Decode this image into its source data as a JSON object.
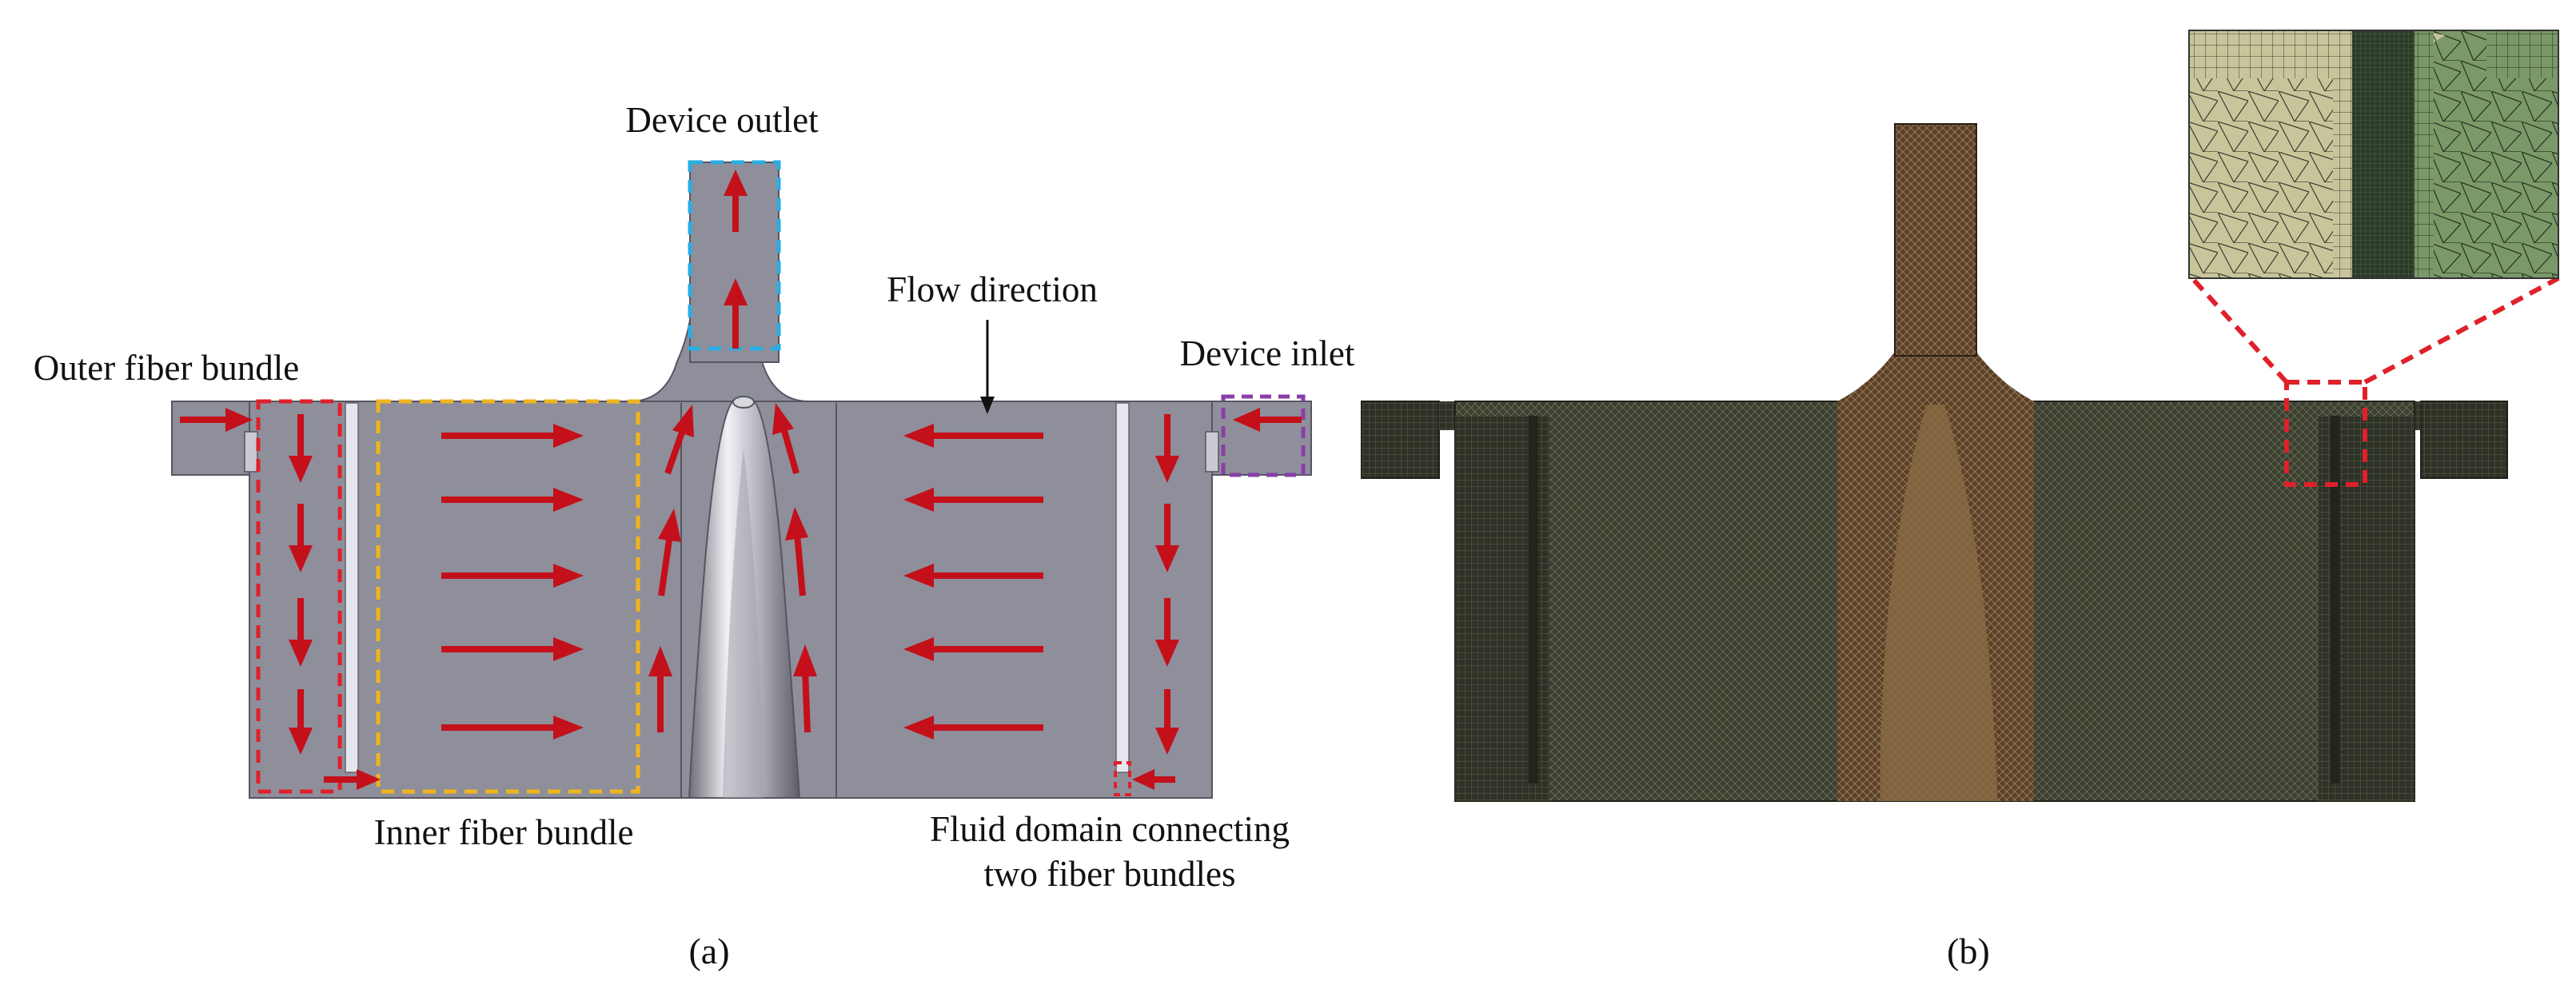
{
  "panel_a": {
    "labels": {
      "device_outlet": "Device outlet",
      "flow_direction": "Flow direction",
      "outer_fiber_bundle": "Outer fiber bundle",
      "device_inlet": "Device inlet",
      "inner_fiber_bundle": "Inner fiber bundle",
      "connecting_domain_line1": "Fluid domain connecting",
      "connecting_domain_line2": "two fiber bundles"
    },
    "caption": "(a)",
    "colors": {
      "body_gray": "#8e8f9b",
      "arrow_red": "#c4101a",
      "outlet_box": "#29aee3",
      "inner_bundle_box": "#f0b41c",
      "outer_bundle_box": "#e0202a",
      "inlet_box": "#8a3ea8"
    }
  },
  "panel_b": {
    "caption": "(b)",
    "colors": {
      "mesh_dark_green": "#3c4030",
      "mesh_copper": "#6e5236",
      "zoom_tan": "#c8c49a",
      "zoom_green": "#7a9868",
      "zoom_box": "#e0202a"
    }
  }
}
